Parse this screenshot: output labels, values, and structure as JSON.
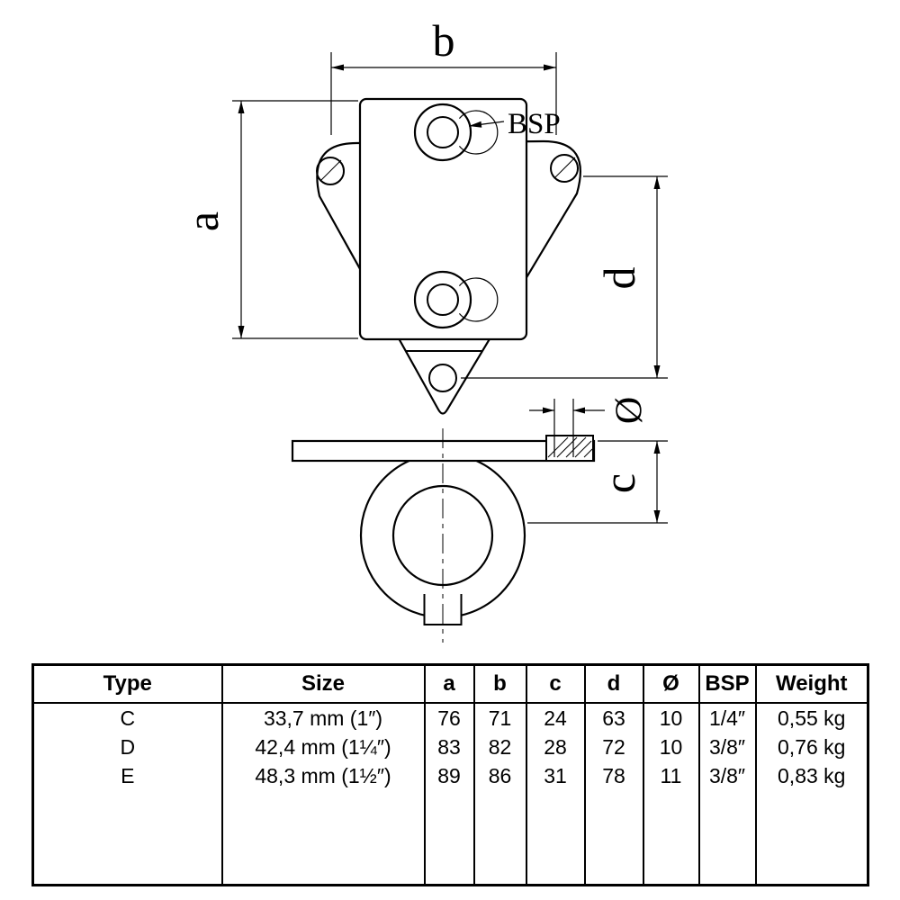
{
  "drawing": {
    "labels": {
      "a": "a",
      "b": "b",
      "c": "c",
      "d": "d",
      "diameter": "Ø",
      "bsp": "BSP"
    }
  },
  "table": {
    "headers": [
      "Type",
      "Size",
      "a",
      "b",
      "c",
      "d",
      "Ø",
      "BSP",
      "Weight"
    ],
    "rows": [
      [
        "C",
        "33,7 mm (1″)",
        "76",
        "71",
        "24",
        "63",
        "10",
        "1/4″",
        "0,55 kg"
      ],
      [
        "D",
        "42,4 mm (1¼″)",
        "83",
        "82",
        "28",
        "72",
        "10",
        "3/8″",
        "0,76 kg"
      ],
      [
        "E",
        "48,3 mm (1½″)",
        "89",
        "86",
        "31",
        "78",
        "11",
        "3/8″",
        "0,83 kg"
      ]
    ]
  }
}
